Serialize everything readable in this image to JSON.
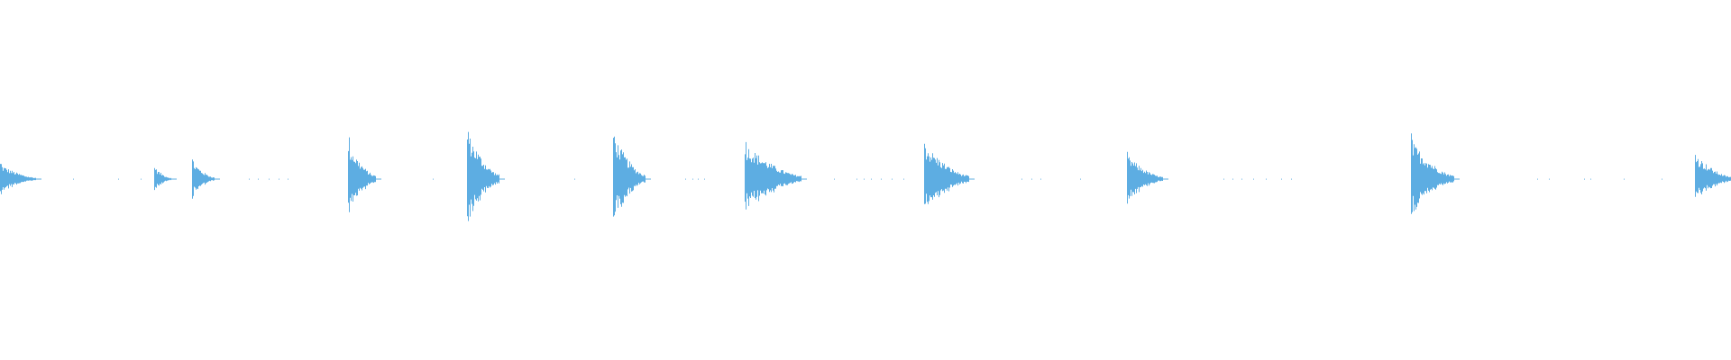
{
  "waveform": {
    "color": "#5dade2",
    "baseline_color": "#5dade2",
    "bursts": [
      {
        "start": 0.0,
        "length": 0.021,
        "amp": 0.1
      },
      {
        "start": 0.089,
        "length": 0.01,
        "amp": 0.08
      },
      {
        "start": 0.111,
        "length": 0.013,
        "amp": 0.12
      },
      {
        "start": 0.201,
        "length": 0.016,
        "amp": 0.24
      },
      {
        "start": 0.27,
        "length": 0.019,
        "amp": 0.32
      },
      {
        "start": 0.354,
        "length": 0.019,
        "amp": 0.3
      },
      {
        "start": 0.43,
        "length": 0.033,
        "amp": 0.24
      },
      {
        "start": 0.534,
        "length": 0.026,
        "amp": 0.24
      },
      {
        "start": 0.651,
        "length": 0.021,
        "amp": 0.16
      },
      {
        "start": 0.815,
        "length": 0.025,
        "amp": 0.26
      },
      {
        "start": 0.979,
        "length": 0.021,
        "amp": 0.17
      }
    ],
    "specks": [
      0.042,
      0.068,
      0.081,
      0.144,
      0.149,
      0.155,
      0.161,
      0.166,
      0.25,
      0.332,
      0.396,
      0.4,
      0.403,
      0.407,
      0.482,
      0.495,
      0.499,
      0.503,
      0.509,
      0.515,
      0.522,
      0.59,
      0.596,
      0.601,
      0.624,
      0.707,
      0.712,
      0.717,
      0.724,
      0.731,
      0.74,
      0.746,
      0.888,
      0.895,
      0.915,
      0.919,
      0.938,
      0.96
    ]
  }
}
